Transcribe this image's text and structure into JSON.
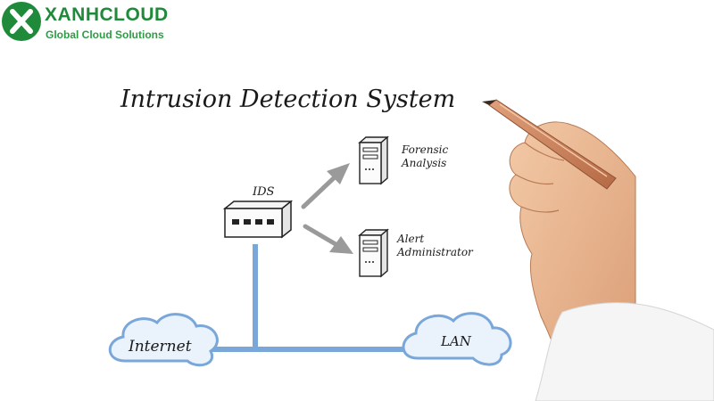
{
  "logo": {
    "brand": "XANHCLOUD",
    "tagline": "Global Cloud Solutions",
    "mark_letter": "X",
    "color": "#1e8a3a"
  },
  "diagram": {
    "title": "Intrusion Detection System",
    "nodes": {
      "ids": "IDS",
      "forensic_line1": "Forensic",
      "forensic_line2": "Analysis",
      "alert_line1": "Alert",
      "alert_line2": "Administrator",
      "internet": "Internet",
      "lan": "LAN"
    },
    "colors": {
      "link": "#7aa7d9",
      "cloud": "#eaf2fb",
      "cloud_stroke": "#7aa7d9",
      "arrow": "#9a9a9a"
    },
    "icons": [
      "server-icon",
      "network-switch-icon",
      "cloud-icon",
      "pen-icon",
      "hand-icon"
    ]
  }
}
